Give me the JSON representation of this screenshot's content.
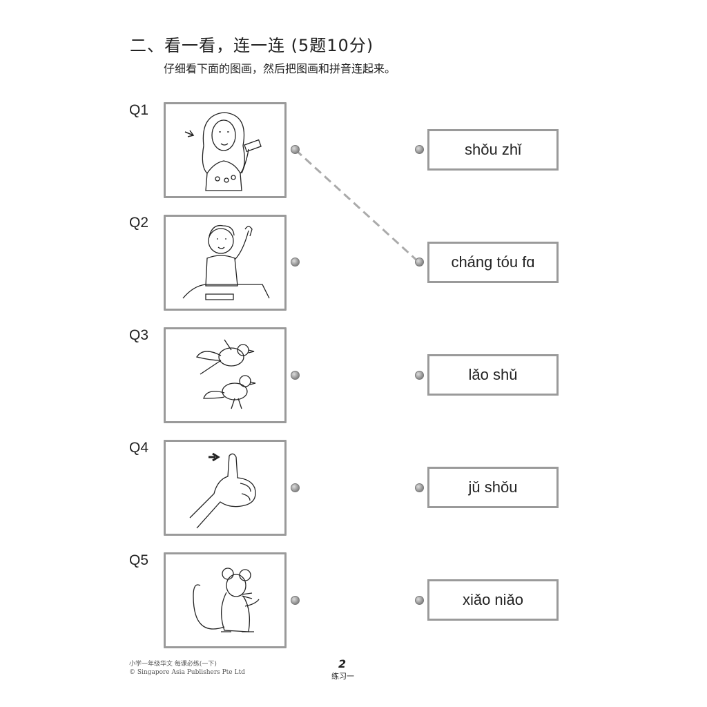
{
  "header": {
    "title": "二、看一看，连一连 (5题10分)",
    "instruction": "仔细看下面的图画，然后把图画和拼音连起来。"
  },
  "questions": [
    {
      "label": "Q1",
      "picture": "girl-long-hair"
    },
    {
      "label": "Q2",
      "picture": "boy-raising-hand"
    },
    {
      "label": "Q3",
      "picture": "birds"
    },
    {
      "label": "Q4",
      "picture": "thumb"
    },
    {
      "label": "Q5",
      "picture": "mouse"
    }
  ],
  "answers": [
    "shǒu zhǐ",
    "cháng tóu fɑ",
    "lǎo shǔ",
    "jǔ shǒu",
    "xiǎo niǎo"
  ],
  "example_connection": {
    "from": "Q1",
    "to": "cháng tóu fɑ"
  },
  "footer": {
    "book": "小学一年级华文 每课必练(一下)",
    "copyright": "© Singapore Asia Publishers Pte Ltd",
    "page": "2",
    "section": "练习一"
  }
}
